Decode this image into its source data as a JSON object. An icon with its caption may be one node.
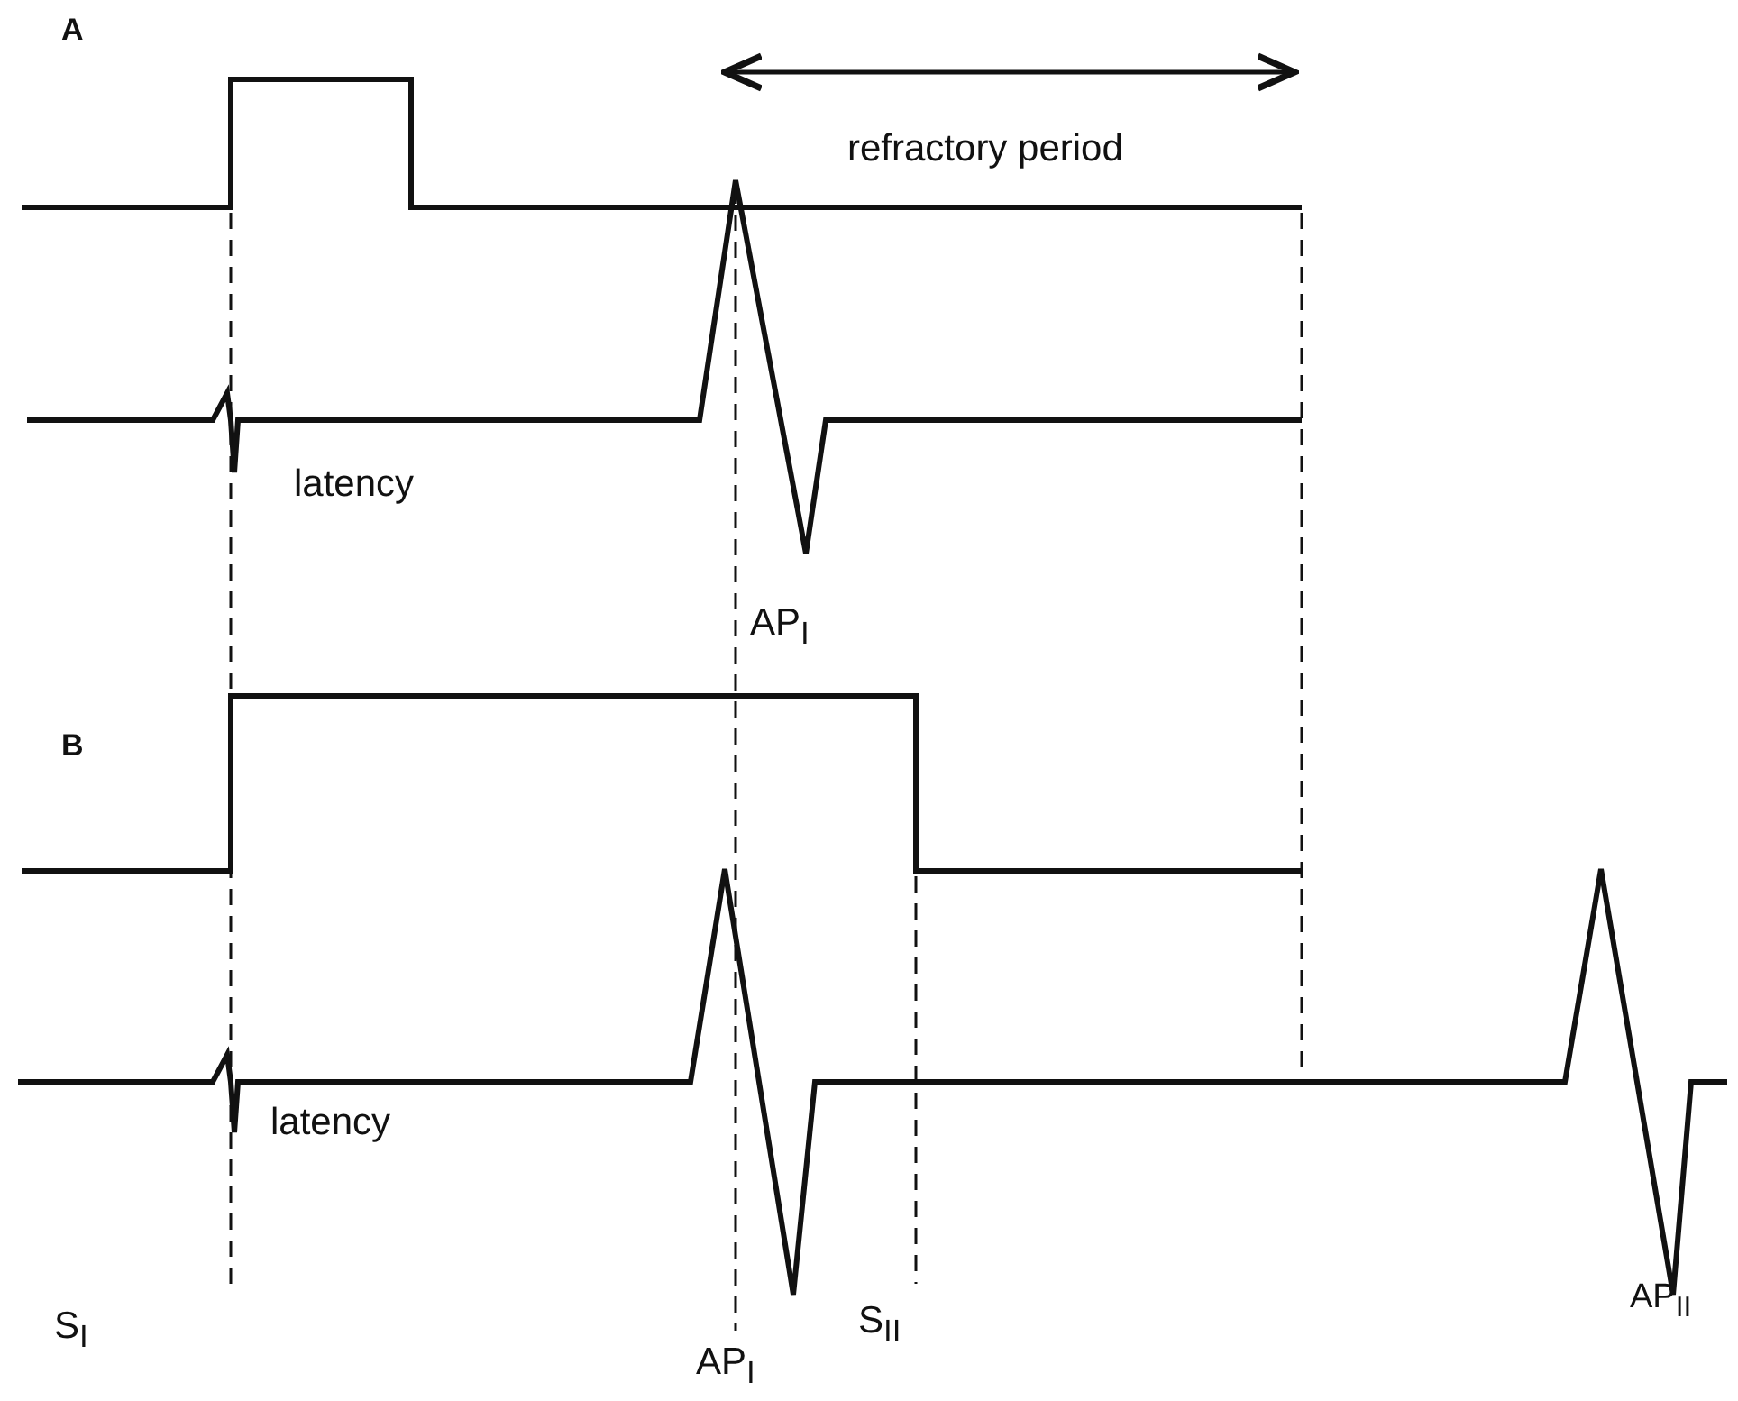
{
  "diagram": {
    "labels": [
      "A",
      "refractory period",
      "latency",
      "AP$_{I}$",
      "B",
      "latency",
      "S$_{I}$",
      "AP$_{I}$",
      "S$_{II}$",
      "AP$_{II}$"
    ]
  }
}
